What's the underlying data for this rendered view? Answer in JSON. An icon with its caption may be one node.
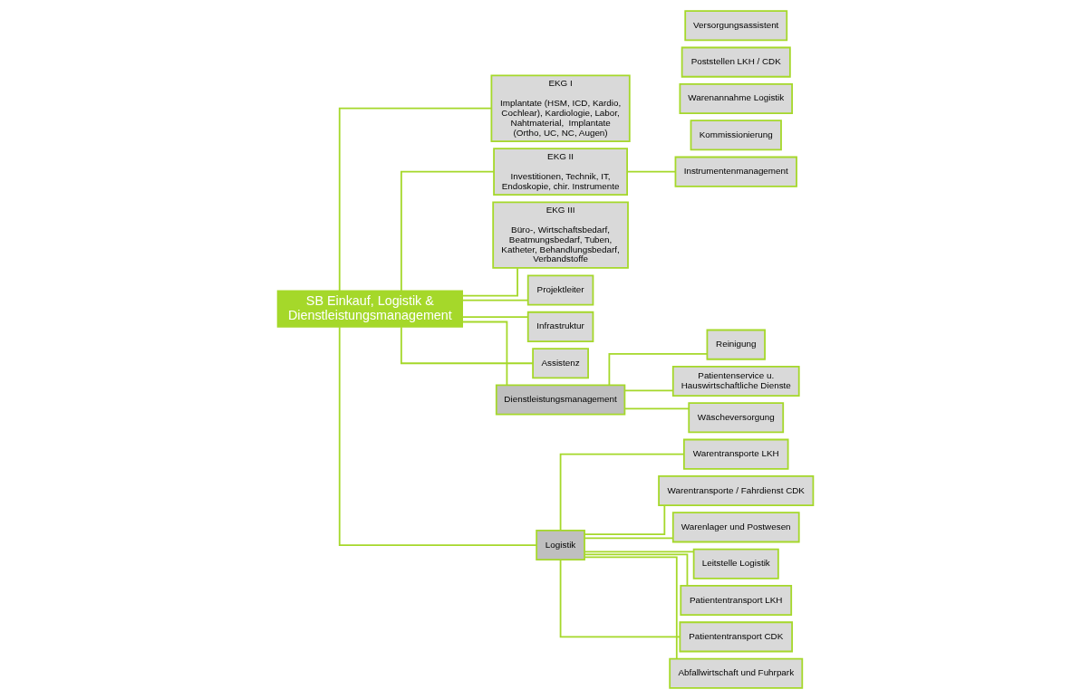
{
  "diagram": {
    "nodes": [
      {
        "text": [
          "SB Einkauf, Logistik & Dienstleistungsmanagement"
        ]
      },
      {
        "text": [
          "EKG I",
          "Implantate (HSM, ICD, Kardio, Cochlear), Kardiologie, Labor, Nahtmaterial,  Implantate (Ortho, UC, NC, Augen)"
        ]
      },
      {
        "text": [
          "EKG II",
          "Investitionen, Technik, IT, Endoskopie, chir. Instrumente"
        ]
      },
      {
        "text": [
          "Instrumentenmanagement"
        ]
      },
      {
        "text": [
          "EKG III",
          "Büro-, Wirtschaftsbedarf, Beatmungsbedarf, Tuben, Katheter, Behandlungsbedarf, Verbandstoffe"
        ]
      },
      {
        "text": [
          "Projektleiter"
        ]
      },
      {
        "text": [
          "Infrastruktur"
        ]
      },
      {
        "text": [
          "Assistenz"
        ]
      },
      {
        "text": [
          "Dienstleistungsmanagement"
        ]
      },
      {
        "text": [
          "Reinigung"
        ]
      },
      {
        "text": [
          "Patientenservice u. Hauswirtschaftliche Dienste"
        ]
      },
      {
        "text": [
          "Wäscheversorgung"
        ]
      },
      {
        "text": [
          "Logistik"
        ]
      },
      {
        "text": [
          "Warentransporte LKH"
        ]
      },
      {
        "text": [
          "Warentransporte / Fahrdienst CDK"
        ]
      },
      {
        "text": [
          "Warenlager und Postwesen"
        ]
      },
      {
        "text": [
          "Kommissionierung"
        ]
      },
      {
        "text": [
          "Warenannahme Logistik"
        ]
      },
      {
        "text": [
          "Poststellen LKH / CDK"
        ]
      },
      {
        "text": [
          "Versorgungsassistent"
        ]
      },
      {
        "text": [
          "Leitstelle Logistik"
        ]
      },
      {
        "text": [
          "Patiententransport LKH"
        ]
      },
      {
        "text": [
          "Patiententransport CDK"
        ]
      },
      {
        "text": [
          "Abfallwirtschaft und Fuhrpark"
        ]
      }
    ],
    "edges": [
      {
        "from": 0,
        "to": 1,
        "arrow": "none"
      },
      {
        "from": 0,
        "to": 2,
        "arrow": "none"
      },
      {
        "from": 2,
        "to": 3,
        "arrow": "none"
      },
      {
        "from": 0,
        "to": 4,
        "arrow": "none"
      },
      {
        "from": 0,
        "to": 5,
        "arrow": "none"
      },
      {
        "from": 0,
        "to": 6,
        "arrow": "none"
      },
      {
        "from": 0,
        "to": 7,
        "arrow": "none"
      },
      {
        "from": 0,
        "to": 8,
        "arrow": "none"
      },
      {
        "from": 8,
        "to": 9,
        "arrow": "none"
      },
      {
        "from": 8,
        "to": 10,
        "arrow": "none"
      },
      {
        "from": 8,
        "to": 11,
        "arrow": "none"
      },
      {
        "from": 0,
        "to": 12,
        "arrow": "none"
      },
      {
        "from": 12,
        "to": 13,
        "arrow": "none"
      },
      {
        "from": 12,
        "to": 14,
        "arrow": "none"
      },
      {
        "from": 12,
        "to": 15,
        "arrow": "none"
      },
      {
        "from": 12,
        "to": 20,
        "arrow": "none"
      },
      {
        "from": 12,
        "to": 21,
        "arrow": "none"
      },
      {
        "from": 12,
        "to": 22,
        "arrow": "none"
      },
      {
        "from": 12,
        "to": 23,
        "arrow": "none"
      }
    ]
  }
}
